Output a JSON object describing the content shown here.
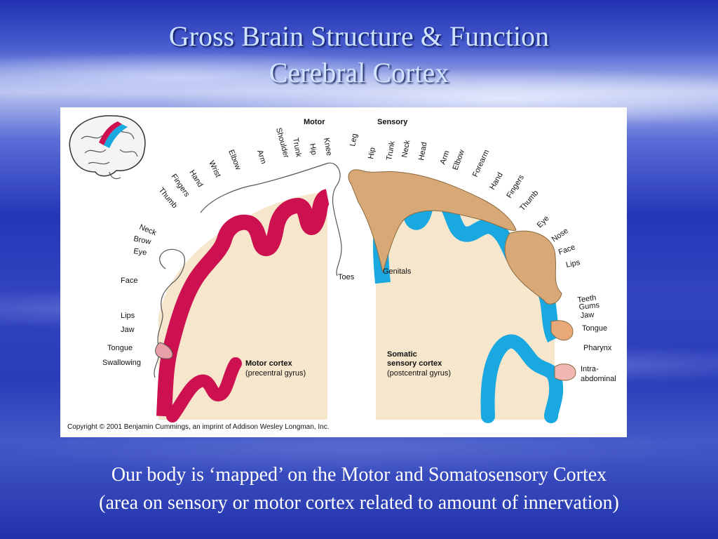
{
  "slide": {
    "title": "Gross Brain Structure & Function",
    "subtitle": "Cerebral Cortex",
    "caption_line1": "Our body is ‘mapped’ on the Motor and Somatosensory Cortex",
    "caption_line2": "(area on sensory or motor cortex related to amount of innervation)"
  },
  "figure": {
    "motor_header": "Motor",
    "sensory_header": "Sensory",
    "motor_labels": [
      "Knee",
      "Hip",
      "Trunk",
      "Shoulder",
      "Arm",
      "Elbow",
      "Wrist",
      "Hand",
      "Fingers",
      "Thumb",
      "Neck",
      "Brow",
      "Eye",
      "Face",
      "Lips",
      "Jaw",
      "Tongue",
      "Swallowing",
      "Toes"
    ],
    "sensory_labels": [
      "Leg",
      "Hip",
      "Trunk",
      "Neck",
      "Head",
      "Arm",
      "Elbow",
      "Forearm",
      "Hand",
      "Fingers",
      "Thumb",
      "Eye",
      "Nose",
      "Face",
      "Lips",
      "Teeth",
      "Gums",
      "Jaw",
      "Tongue",
      "Pharynx",
      "Intra-",
      "abdominal",
      "Genitals"
    ],
    "motor_cortex_title": "Motor cortex",
    "motor_cortex_sub": "(precentral gyrus)",
    "sensory_cortex_title1": "Somatic",
    "sensory_cortex_title2": "sensory cortex",
    "sensory_cortex_sub": "(postcentral gyrus)",
    "copyright": "Copyright © 2001 Benjamin Cummings, an imprint of Addison Wesley Longman, Inc.",
    "colors": {
      "motor": "#cc1050",
      "sensory": "#1aa8e0",
      "tissue": "#f5e6cc",
      "skin": "#d9a877"
    }
  }
}
